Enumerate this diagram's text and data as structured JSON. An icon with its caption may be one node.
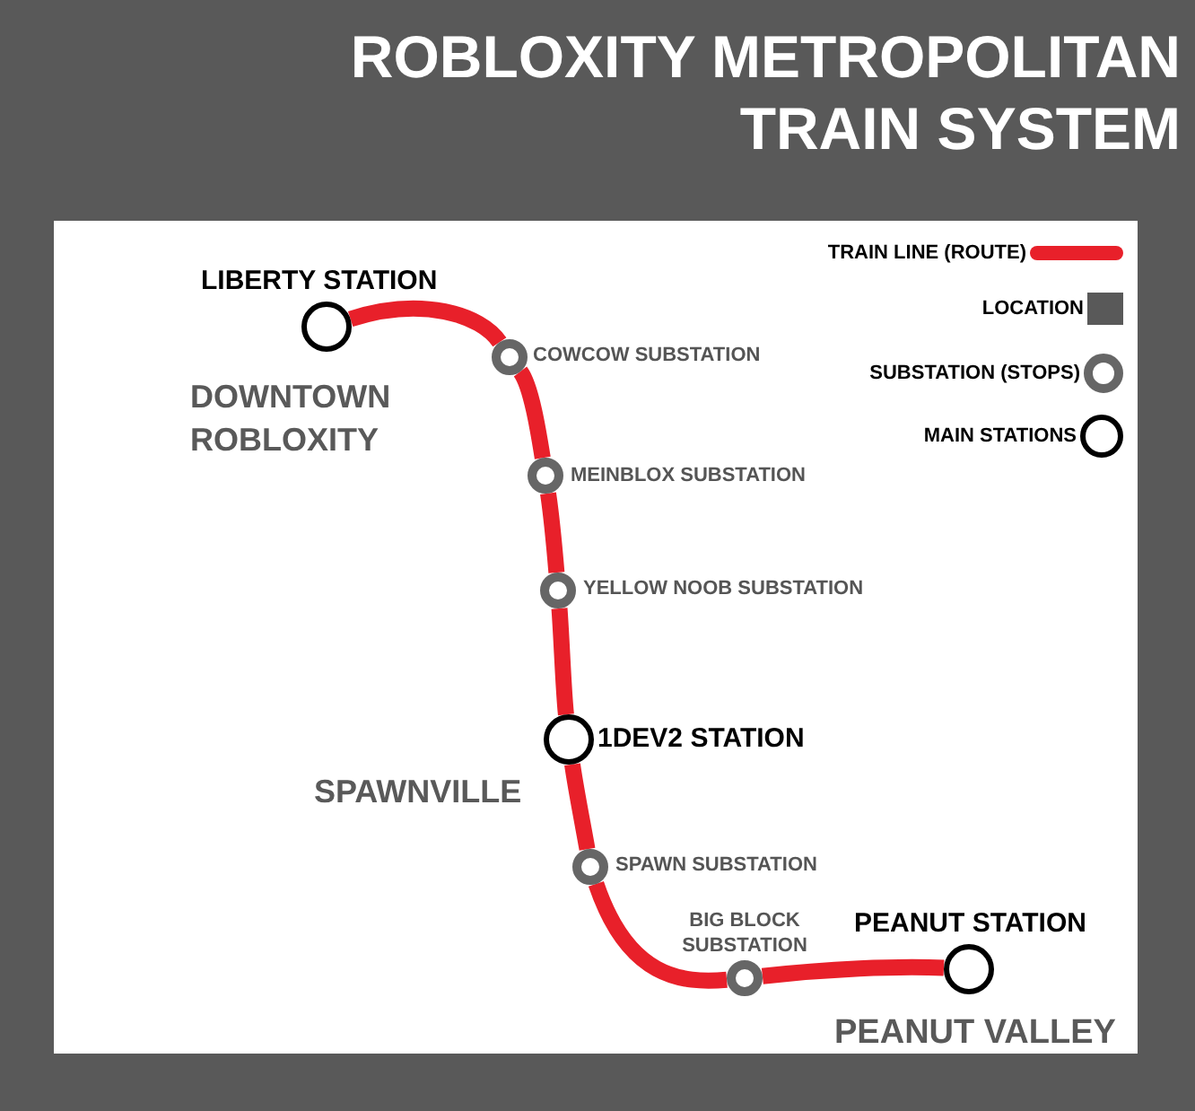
{
  "diagram": {
    "title": "ROBLOXITY METROPOLITAN TRAIN SYSTEM",
    "nodes": [
      {
        "text": [
          "LIBERTY STATION"
        ]
      },
      {
        "text": [
          "COWCOW SUBSTATION"
        ]
      },
      {
        "text": [
          "MEINBLOX SUBSTATION"
        ]
      },
      {
        "text": [
          "YELLOW NOOB SUBSTATION"
        ]
      },
      {
        "text": [
          "1DEV2 STATION"
        ]
      },
      {
        "text": [
          "SPAWN SUBSTATION"
        ]
      },
      {
        "text": [
          "BIG BLOCK SUBSTATION"
        ]
      },
      {
        "text": [
          "PEANUT STATION"
        ]
      }
    ],
    "edges": [
      {
        "from": 0,
        "to": 1,
        "arrow": "none"
      },
      {
        "from": 1,
        "to": 2,
        "arrow": "none"
      },
      {
        "from": 2,
        "to": 3,
        "arrow": "none"
      },
      {
        "from": 3,
        "to": 4,
        "arrow": "none"
      },
      {
        "from": 4,
        "to": 5,
        "arrow": "none"
      },
      {
        "from": 5,
        "to": 6,
        "arrow": "none"
      },
      {
        "from": 6,
        "to": 7,
        "arrow": "none"
      }
    ],
    "labels": [
      "DOWNTOWN ROBLOXITY",
      "SPAWNVILLE",
      "PEANUT VALLEY"
    ],
    "legend": [
      {
        "text": "TRAIN LINE (ROUTE)"
      },
      {
        "text": "LOCATION",
        "color": "#595959"
      },
      {
        "text": "SUBSTATION (STOPS)"
      },
      {
        "text": "MAIN STATIONS"
      }
    ]
  }
}
